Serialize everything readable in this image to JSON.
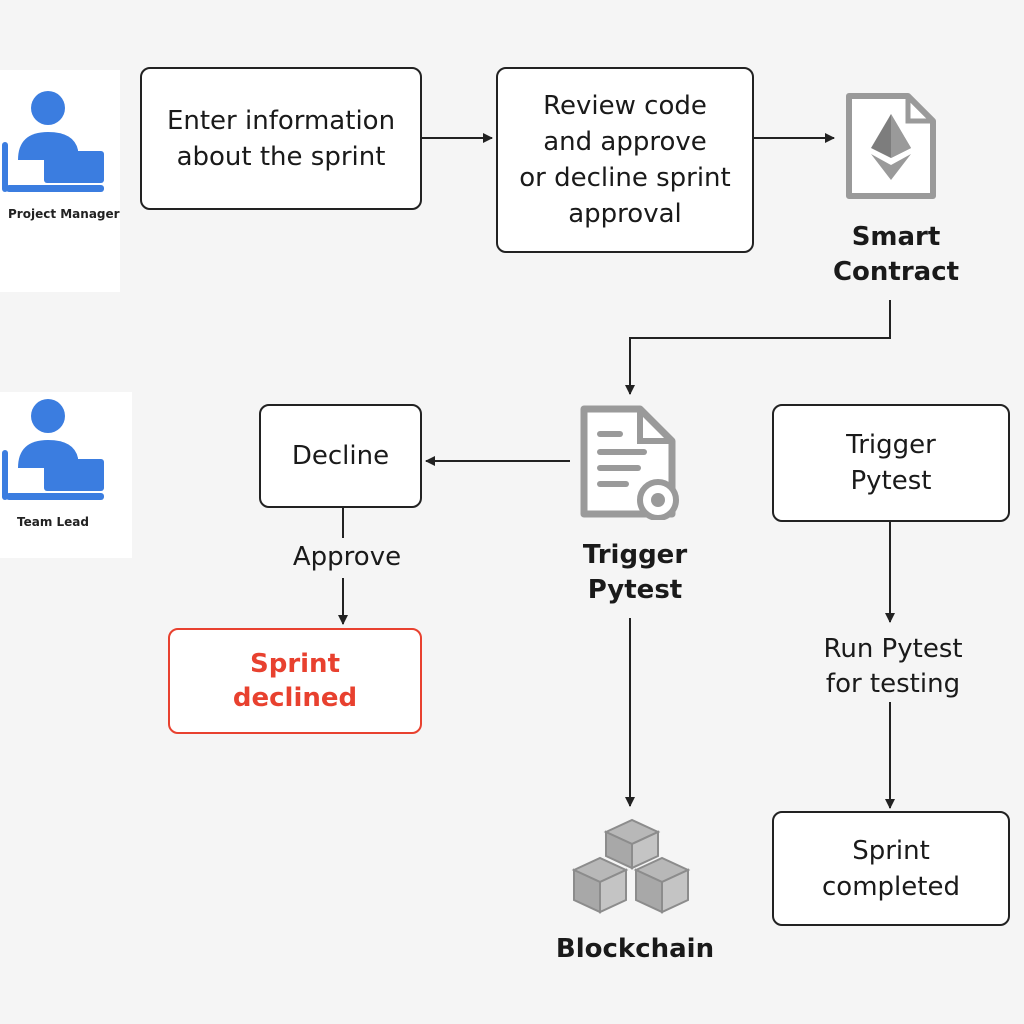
{
  "actors": {
    "project_manager": "Project Manager",
    "team_lead": "Team Lead"
  },
  "boxes": {
    "enter_info": "Enter information\nabout the sprint",
    "review_code": "Review code\nand approve\nor decline sprint\napproval",
    "decline": "Decline",
    "trigger_pytest_box": "Trigger\nPytest",
    "sprint_declined": "Sprint\ndeclined",
    "sprint_completed": "Sprint\ncompleted"
  },
  "labels": {
    "smart_contract": "Smart\nContract",
    "trigger_pytest_icon": "Trigger\nPytest",
    "approve": "Approve",
    "run_pytest": "Run Pytest\nfor testing",
    "blockchain": "Blockchain"
  },
  "colors": {
    "actor_blue": "#3b7de0",
    "icon_gray": "#9a9a9a",
    "decline_red": "#e8412f",
    "line": "#222222"
  },
  "icons": [
    "person-at-laptop-icon",
    "ethereum-document-icon",
    "contract-document-icon",
    "blockchain-cubes-icon"
  ]
}
